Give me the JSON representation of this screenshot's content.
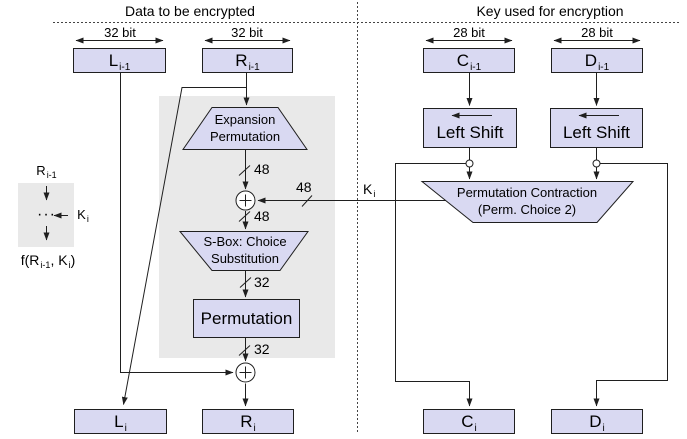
{
  "colors": {
    "box_fill": "#d9d9f2",
    "panel_fill": "#e9e9e9",
    "line": "#1f1f1f",
    "text": "#000000",
    "bg": "#ffffff"
  },
  "titles": {
    "left": "Data to be encrypted",
    "right": "Key used for encryption"
  },
  "measures": {
    "data_left": "32 bit",
    "data_right": "32 bit",
    "key_left": "28 bit",
    "key_right": "28 bit"
  },
  "registers": {
    "l_prev": {
      "base": "L",
      "sub": "i-1"
    },
    "r_prev": {
      "base": "R",
      "sub": "i-1"
    },
    "c_prev": {
      "base": "C",
      "sub": "i-1"
    },
    "d_prev": {
      "base": "D",
      "sub": "i-1"
    },
    "l_next": {
      "base": "L",
      "sub": "i"
    },
    "r_next": {
      "base": "R",
      "sub": "i"
    },
    "c_next": {
      "base": "C",
      "sub": "i"
    },
    "d_next": {
      "base": "D",
      "sub": "i"
    }
  },
  "blocks": {
    "expansion": {
      "line1": "Expansion",
      "line2": "Permutation"
    },
    "sbox": {
      "line1": "S-Box: Choice",
      "line2": "Substitution"
    },
    "permutation": {
      "label": "Permutation"
    },
    "left_shift_c": {
      "label": "Left Shift"
    },
    "left_shift_d": {
      "label": "Left Shift"
    },
    "perm_contraction": {
      "line1": "Permutation Contraction",
      "line2": "(Perm. Choice 2)"
    }
  },
  "bit_widths": {
    "expansion_out": "48",
    "subkey": "48",
    "xor_out": "48",
    "sbox_out": "32",
    "perm_out": "32"
  },
  "key_label": {
    "base": "K",
    "sub": "i"
  },
  "legend": {
    "input": {
      "base": "R",
      "sub": "i-1"
    },
    "dots": "···",
    "key": {
      "base": "K",
      "sub": "i"
    },
    "f_prefix": "f(R",
    "f_sub1": "i-1",
    "f_mid": ", K",
    "f_sub2": "i",
    "f_suffix": ")"
  }
}
